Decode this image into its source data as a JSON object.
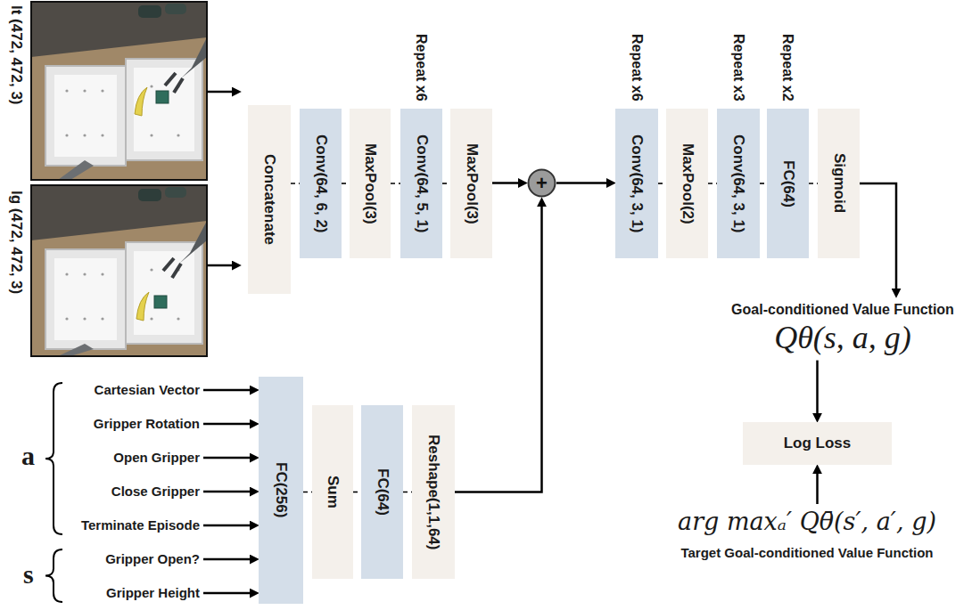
{
  "diagram": {
    "nodes": [
      {
        "text": [
          "Concatenate"
        ]
      },
      {
        "text": [
          "Conv(64, 6, 2)"
        ]
      },
      {
        "text": [
          "MaxPool(3)"
        ]
      },
      {
        "text": [
          "Repeat x6",
          "Conv(64, 5, 1)"
        ]
      },
      {
        "text": [
          "MaxPool(3)"
        ]
      },
      {
        "text": [
          "+"
        ]
      },
      {
        "text": [
          "Repeat x6",
          "Conv(64, 3, 1)"
        ]
      },
      {
        "text": [
          "MaxPool(2)"
        ]
      },
      {
        "text": [
          "Repeat x3",
          "Conv(64, 3, 1)"
        ]
      },
      {
        "text": [
          "Repeat x2",
          "FC(64)"
        ]
      },
      {
        "text": [
          "Sigmoid"
        ]
      },
      {
        "text": [
          "Goal-conditioned Value Function",
          "Qθ(s, a, g)"
        ]
      },
      {
        "text": [
          "Log Loss"
        ]
      },
      {
        "text": [
          "arg maxₐ′ Qθ̄(s′, a′, g)",
          "Target Goal-conditioned Value Function"
        ]
      },
      {
        "text": [
          "Cartesian Vector"
        ]
      },
      {
        "text": [
          "Gripper Rotation"
        ]
      },
      {
        "text": [
          "Open Gripper"
        ]
      },
      {
        "text": [
          "Close Gripper"
        ]
      },
      {
        "text": [
          "Terminate Episode"
        ]
      },
      {
        "text": [
          "Gripper Open?"
        ]
      },
      {
        "text": [
          "Gripper Height"
        ]
      },
      {
        "text": [
          "FC(256)"
        ]
      },
      {
        "text": [
          "Sum"
        ]
      },
      {
        "text": [
          "FC(64)"
        ]
      },
      {
        "text": [
          "Reshape(1,1,64)"
        ]
      }
    ],
    "edges": [
      {
        "from": 0,
        "to": 1,
        "arrow": "none"
      },
      {
        "from": 1,
        "to": 2,
        "arrow": "none"
      },
      {
        "from": 2,
        "to": 3,
        "arrow": "none"
      },
      {
        "from": 3,
        "to": 4,
        "arrow": "none"
      },
      {
        "from": 4,
        "to": 5,
        "arrow": "to"
      },
      {
        "from": 5,
        "to": 6,
        "arrow": "to"
      },
      {
        "from": 6,
        "to": 7,
        "arrow": "none"
      },
      {
        "from": 7,
        "to": 8,
        "arrow": "none"
      },
      {
        "from": 8,
        "to": 9,
        "arrow": "none"
      },
      {
        "from": 9,
        "to": 10,
        "arrow": "none"
      },
      {
        "from": 10,
        "to": 11,
        "arrow": "to"
      },
      {
        "from": 11,
        "to": 12,
        "arrow": "to"
      },
      {
        "from": 13,
        "to": 12,
        "arrow": "to"
      },
      {
        "from": 14,
        "to": 21,
        "arrow": "to"
      },
      {
        "from": 15,
        "to": 21,
        "arrow": "to"
      },
      {
        "from": 16,
        "to": 21,
        "arrow": "to"
      },
      {
        "from": 17,
        "to": 21,
        "arrow": "to"
      },
      {
        "from": 18,
        "to": 21,
        "arrow": "to"
      },
      {
        "from": 19,
        "to": 21,
        "arrow": "to"
      },
      {
        "from": 20,
        "to": 21,
        "arrow": "to"
      },
      {
        "from": 21,
        "to": 22,
        "arrow": "none"
      },
      {
        "from": 22,
        "to": 23,
        "arrow": "none"
      },
      {
        "from": 23,
        "to": 24,
        "arrow": "none"
      },
      {
        "from": 24,
        "to": 5,
        "arrow": "to"
      }
    ],
    "labels": [
      "It (472, 472, 3)",
      "Ig (472, 472, 3)",
      "a",
      "s"
    ]
  }
}
